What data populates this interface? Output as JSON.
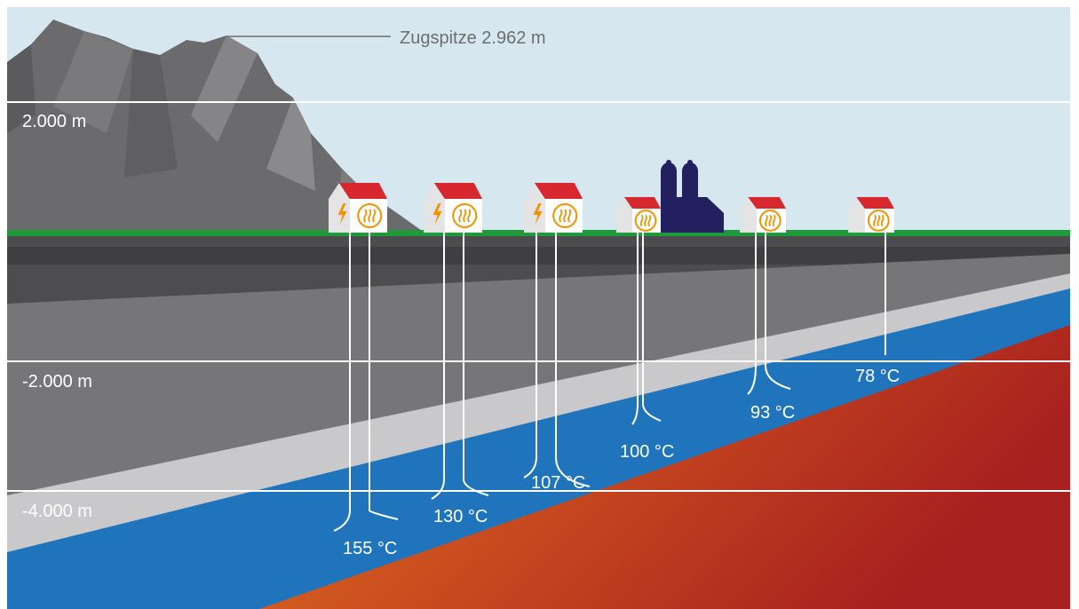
{
  "peak_label": "Zugspitze 2.962 m",
  "depth_labels": {
    "above_2000": "2.000 m",
    "below_2000": "-2.000 m",
    "below_4000": "-4.000 m"
  },
  "wells": [
    {
      "temperature": "155 °C",
      "power": true
    },
    {
      "temperature": "130 °C",
      "power": true
    },
    {
      "temperature": "107 °C",
      "power": true
    },
    {
      "temperature": "100 °C",
      "power": false
    },
    {
      "temperature": "93 °C",
      "power": false
    },
    {
      "temperature": "78 °C",
      "power": false
    }
  ],
  "icons": [
    "mountain-icon",
    "house-icon",
    "lightning-bolt-icon",
    "heat-waves-icon",
    "church-icon"
  ],
  "colors": {
    "sky": "#d6e7ef",
    "mountain": "#6b6b6e",
    "grass": "#1f9a3a",
    "aquifer": "#1f74bb",
    "hot_rock_start": "#e6741f",
    "hot_rock_end": "#a8201f",
    "roof": "#d7282f",
    "heat_icon": "#f39200",
    "church": "#23205f"
  }
}
